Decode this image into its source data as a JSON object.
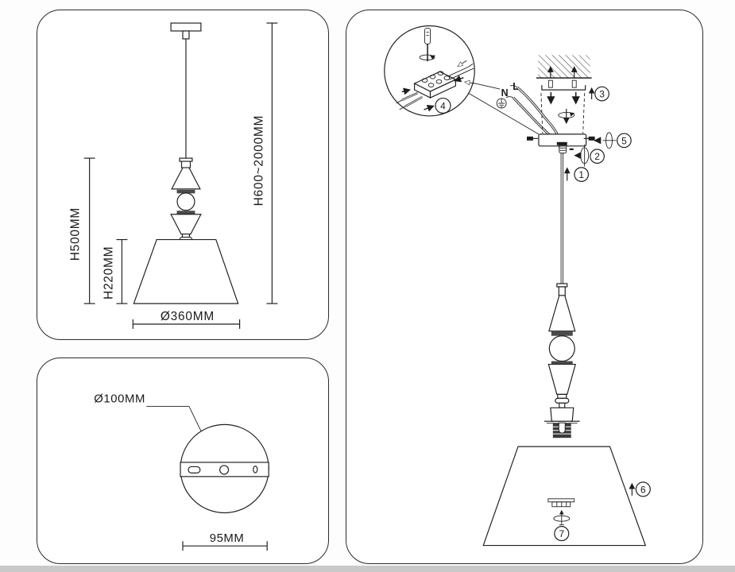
{
  "page": {
    "footer_strip_color": "#c9c9c9"
  },
  "panels": {
    "dimensions_view": {
      "labels": {
        "overall_height": "H600~2000MM",
        "fixture_height": "H500MM",
        "shade_height": "H220MM",
        "shade_diameter": "Ø360MM"
      }
    },
    "canopy_view": {
      "labels": {
        "canopy_diameter": "Ø100MM",
        "mount_spacing": "95MM"
      }
    },
    "assembly_view": {
      "wire_labels": {
        "neutral": "N",
        "live": "L"
      },
      "callouts": [
        {
          "number": "1"
        },
        {
          "number": "2"
        },
        {
          "number": "3"
        },
        {
          "number": "4"
        },
        {
          "number": "5"
        },
        {
          "number": "6"
        },
        {
          "number": "7"
        }
      ]
    }
  },
  "colors": {
    "line": "#1f1f1f",
    "ring_fill": "#4a4a4a",
    "footer_strip": "#c9c9c9"
  }
}
